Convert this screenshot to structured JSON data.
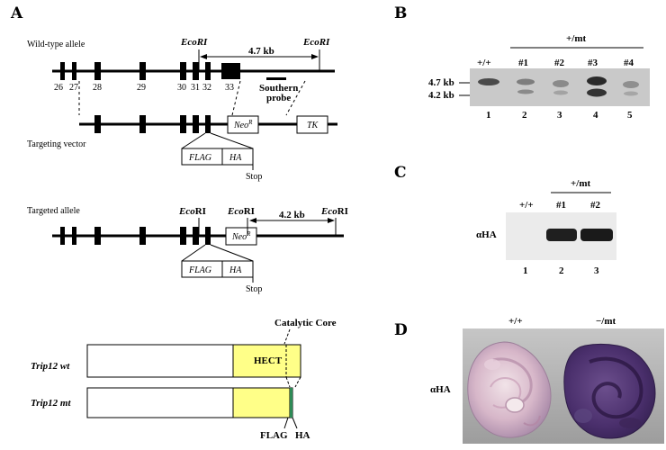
{
  "panels": {
    "A": "A",
    "B": "B",
    "C": "C",
    "D": "D"
  },
  "a": {
    "wt_title": "Wild-type allele",
    "ecori_italic": "EcoRI",
    "kb47": "4.7 kb",
    "exon_nums": [
      "26",
      "27",
      "28",
      "29",
      "30",
      "31",
      "32",
      "33"
    ],
    "southern1": "Southern",
    "southern2": "probe",
    "vector_title": "Targeting vector",
    "neo": "Neo",
    "neo_sup": "R",
    "tk": "TK",
    "flag": "FLAG",
    "ha": "HA",
    "stop": "Stop",
    "targeted_title": "Targeted allele",
    "eco": "Eco",
    "ri": "RI",
    "kb42": "4.2 kb",
    "catalytic": "Catalytic Core",
    "hect": "HECT",
    "trip_wt_a": "Trip12",
    "trip_wt_b": "wt",
    "trip_mt_b": "mt",
    "flag_bottom": "FLAG",
    "ha_bottom": "HA",
    "colors": {
      "hect_fill": "#ffff88",
      "tag_fill": "#2e8b57"
    }
  },
  "b": {
    "header": "+/mt",
    "lanes": [
      "+/+",
      "#1",
      "#2",
      "#3",
      "#4"
    ],
    "numbers": [
      "1",
      "2",
      "3",
      "4",
      "5"
    ],
    "size1": "4.7 kb",
    "size2": "4.2 kb"
  },
  "c": {
    "header": "+/mt",
    "lanes": [
      "+/+",
      "#1",
      "#2"
    ],
    "numbers": [
      "1",
      "2",
      "3"
    ],
    "antibody": "αHA"
  },
  "d": {
    "left": "+/+",
    "right": "−/mt",
    "antibody": "αHA"
  }
}
